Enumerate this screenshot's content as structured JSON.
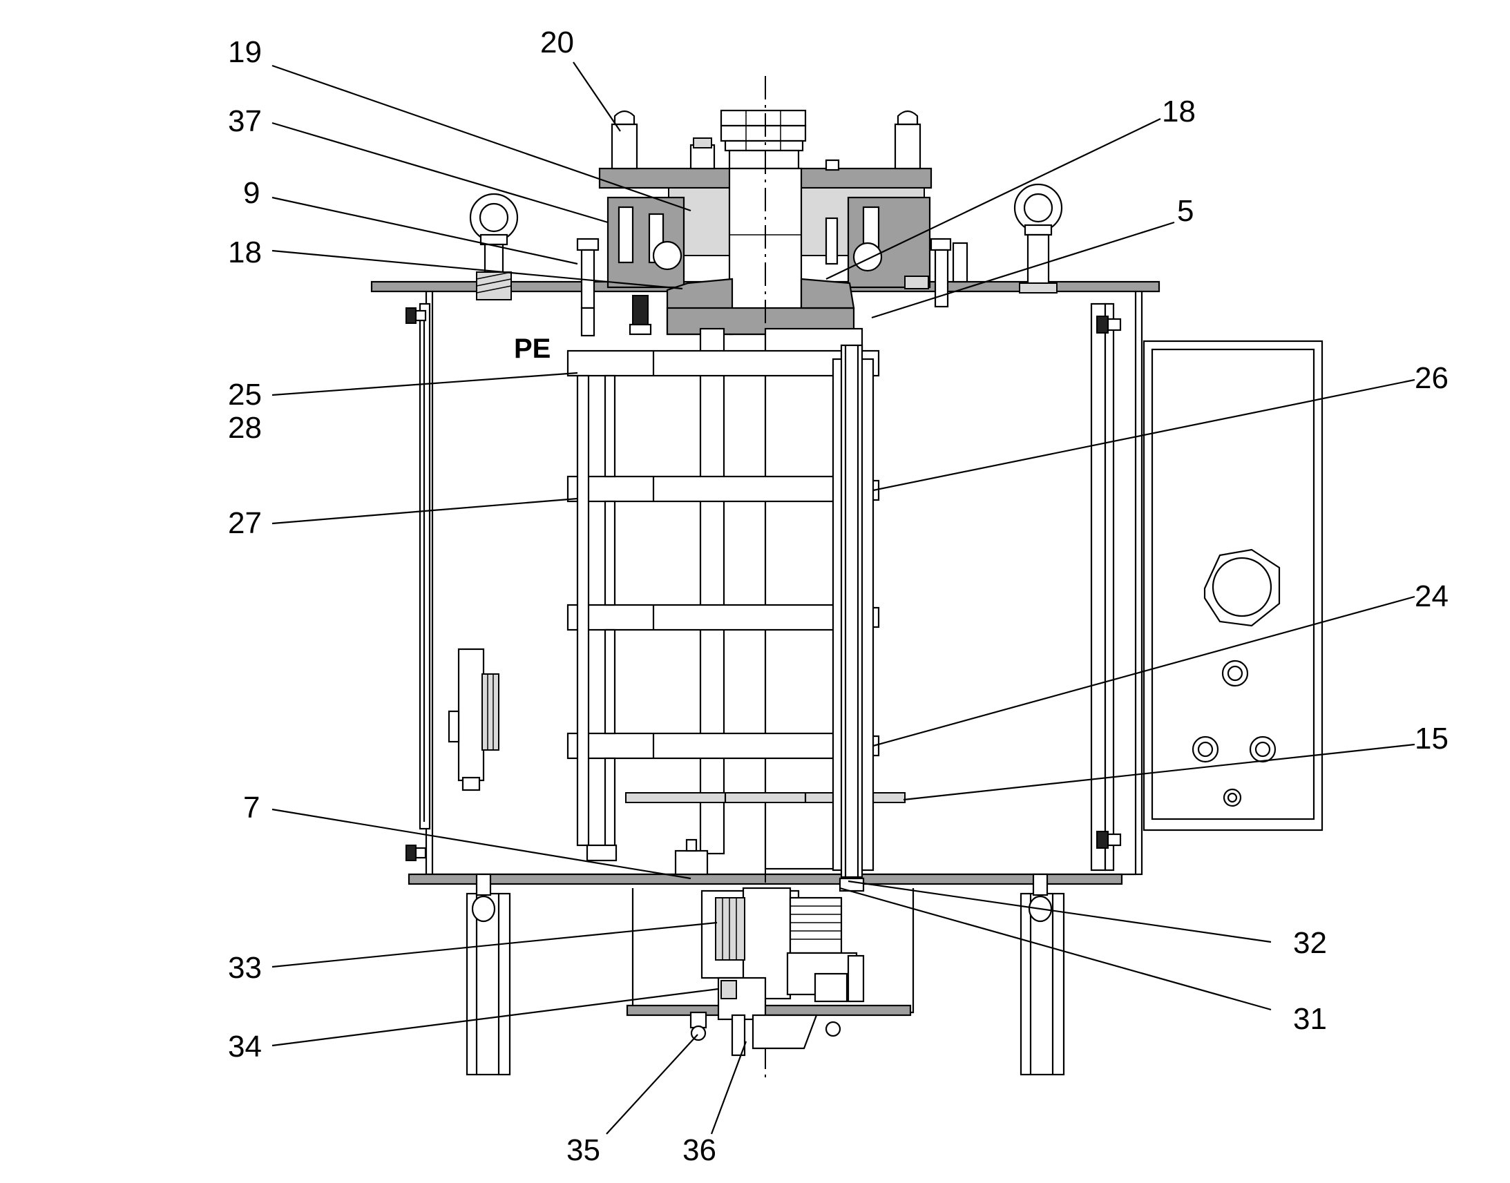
{
  "figure": {
    "material_label": "PE",
    "callouts": [
      {
        "id": "c19",
        "text": "19"
      },
      {
        "id": "c20",
        "text": "20"
      },
      {
        "id": "c37",
        "text": "37"
      },
      {
        "id": "c9",
        "text": "9"
      },
      {
        "id": "c18a",
        "text": "18"
      },
      {
        "id": "c18b",
        "text": "18"
      },
      {
        "id": "c5",
        "text": "5"
      },
      {
        "id": "c25",
        "text": "25"
      },
      {
        "id": "c28",
        "text": "28"
      },
      {
        "id": "c26",
        "text": "26"
      },
      {
        "id": "c27",
        "text": "27"
      },
      {
        "id": "c24",
        "text": "24"
      },
      {
        "id": "c15",
        "text": "15"
      },
      {
        "id": "c7",
        "text": "7"
      },
      {
        "id": "c32",
        "text": "32"
      },
      {
        "id": "c33",
        "text": "33"
      },
      {
        "id": "c31",
        "text": "31"
      },
      {
        "id": "c34",
        "text": "34"
      },
      {
        "id": "c35",
        "text": "35"
      },
      {
        "id": "c36",
        "text": "36"
      }
    ]
  }
}
